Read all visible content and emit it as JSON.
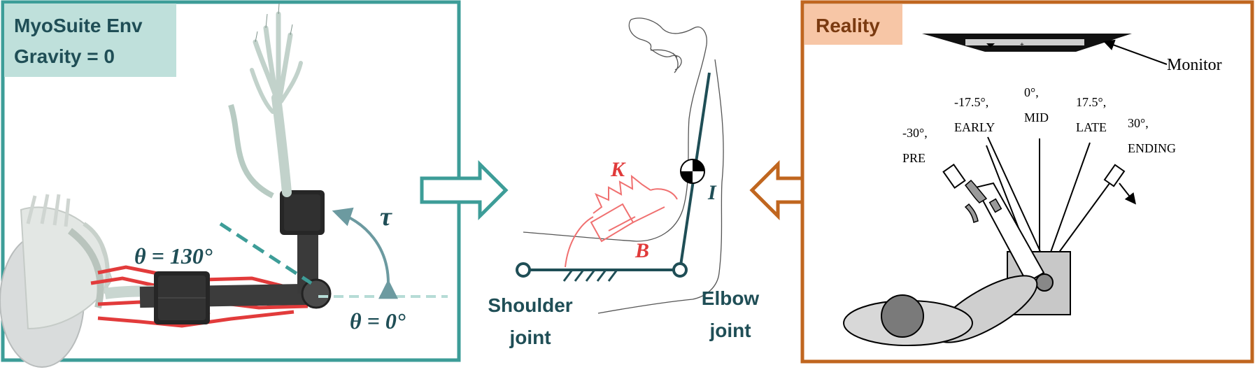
{
  "colors": {
    "teal": "#3d9d98",
    "dark_teal": "#1f4e56",
    "orange": "#c0661f",
    "orange_fill": "#f7c6a6",
    "sim_label_fill": "#bfe0db",
    "red": "#e03a3a"
  },
  "left_panel": {
    "title_line1": "MyoSuite Env",
    "title_line2": "Gravity = 0",
    "angle_label": "θ = 130°",
    "torque_label": "τ",
    "zero_label": "θ = 0°"
  },
  "middle_panel": {
    "spring_label": "K",
    "damper_label": "B",
    "inertia_label": "I",
    "shoulder_label_line1": "Shoulder",
    "shoulder_label_line2": "joint",
    "elbow_label_line1": "Elbow",
    "elbow_label_line2": "joint"
  },
  "right_panel": {
    "title": "Reality",
    "monitor_label": "Monitor",
    "targets": [
      {
        "angle": "-30°,",
        "name": "PRE"
      },
      {
        "angle": "-17.5°,",
        "name": "EARLY"
      },
      {
        "angle": "0°,",
        "name": "MID"
      },
      {
        "angle": "17.5°,",
        "name": "LATE"
      },
      {
        "angle": "30°,",
        "name": "ENDING"
      }
    ]
  }
}
